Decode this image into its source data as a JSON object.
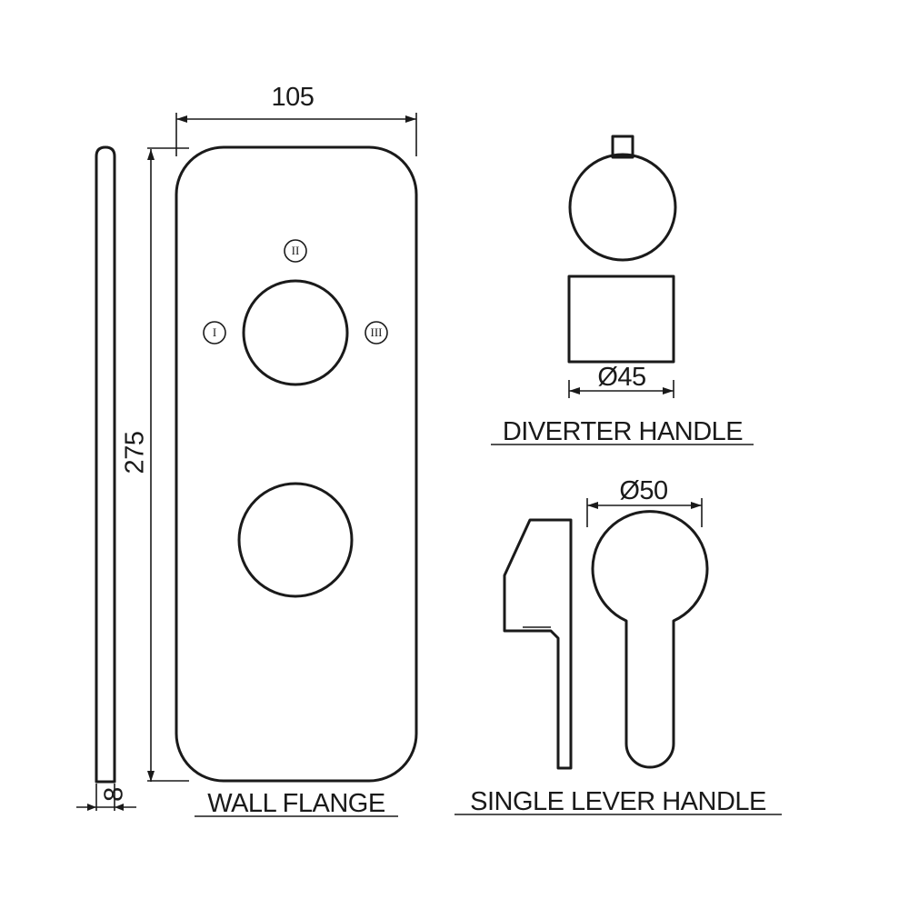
{
  "labels": {
    "wall_flange": "WALL FLANGE",
    "diverter_handle": "DIVERTER HANDLE",
    "single_lever_handle": "SINGLE LEVER HANDLE"
  },
  "dimensions": {
    "flange_width": "105",
    "flange_height": "275",
    "flange_thickness": "8",
    "diverter_diameter": "Ø45",
    "lever_diameter": "Ø50"
  },
  "diverter_positions": [
    "I",
    "II",
    "III"
  ],
  "colors": {
    "line": "#1a1a1a",
    "background": "#ffffff"
  }
}
